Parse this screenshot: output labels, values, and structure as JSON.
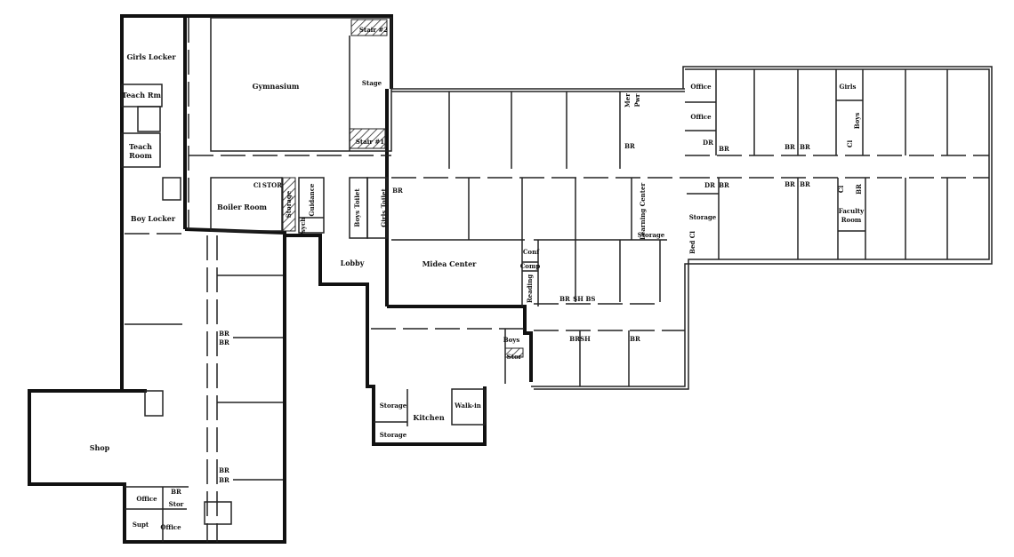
{
  "plan": {
    "west_wing": {
      "girls_locker": "Girls Locker",
      "teach_rm": "Teach Rm",
      "teach_room_1": "Teach",
      "teach_room_2": "Room",
      "boy_locker": "Boy Locker",
      "shop": "Shop",
      "br_a1": "BR",
      "br_a2": "BR",
      "br_b1": "BR",
      "br_b2": "BR",
      "br_c": "BR",
      "office_1": "Office",
      "stor": "Stor",
      "supt": "Supt",
      "office_2": "Office"
    },
    "gym_block": {
      "gymnasium": "Gymnasium",
      "stair_2": "Stair #2",
      "stage": "Stage",
      "stair_1": "Stair #1",
      "boiler_room": "Boiler Room",
      "cl": "Cl",
      "stor": "STOR",
      "storage": "Storage",
      "guidance": "Guidance",
      "psych": "Psych"
    },
    "center": {
      "boys_toilet": "Boys Toilet",
      "girls_toilet": "Girls Toilet",
      "br_1": "BR",
      "lobby": "Lobby",
      "media_center": "Midea Center",
      "conf": "Conf",
      "comp": "Comp",
      "reading": "Reading",
      "br_2": "BR",
      "sh_1": "SH",
      "bs": "BS",
      "mer": "Mer",
      "pwr": "Pwr",
      "br_3": "BR",
      "learning_center": "Learning Center",
      "storage_1": "Storage",
      "boys": "Boys",
      "stor": "Stor",
      "br_sh_1": "BRSH",
      "br_4": "BR",
      "storage_k1": "Storage",
      "kitchen": "Kitchen",
      "walk_in": "Walk-in",
      "storage_k2": "Storage"
    },
    "east_wing": {
      "office_1": "Office",
      "office_2": "Office",
      "dr_1": "DR",
      "br_1": "BR",
      "br_2": "BR",
      "br_3": "BR",
      "girls": "Girls",
      "boys": "Boys",
      "cl_1": "Cl",
      "dr_2": "DR",
      "br_4": "BR",
      "br_5": "BR",
      "br_6": "BR",
      "cl_2": "Cl",
      "br_7": "BR",
      "storage": "Storage",
      "faculty_room_1": "Faculty",
      "faculty_room_2": "Room",
      "bed_cl": "Bed Cl"
    }
  }
}
